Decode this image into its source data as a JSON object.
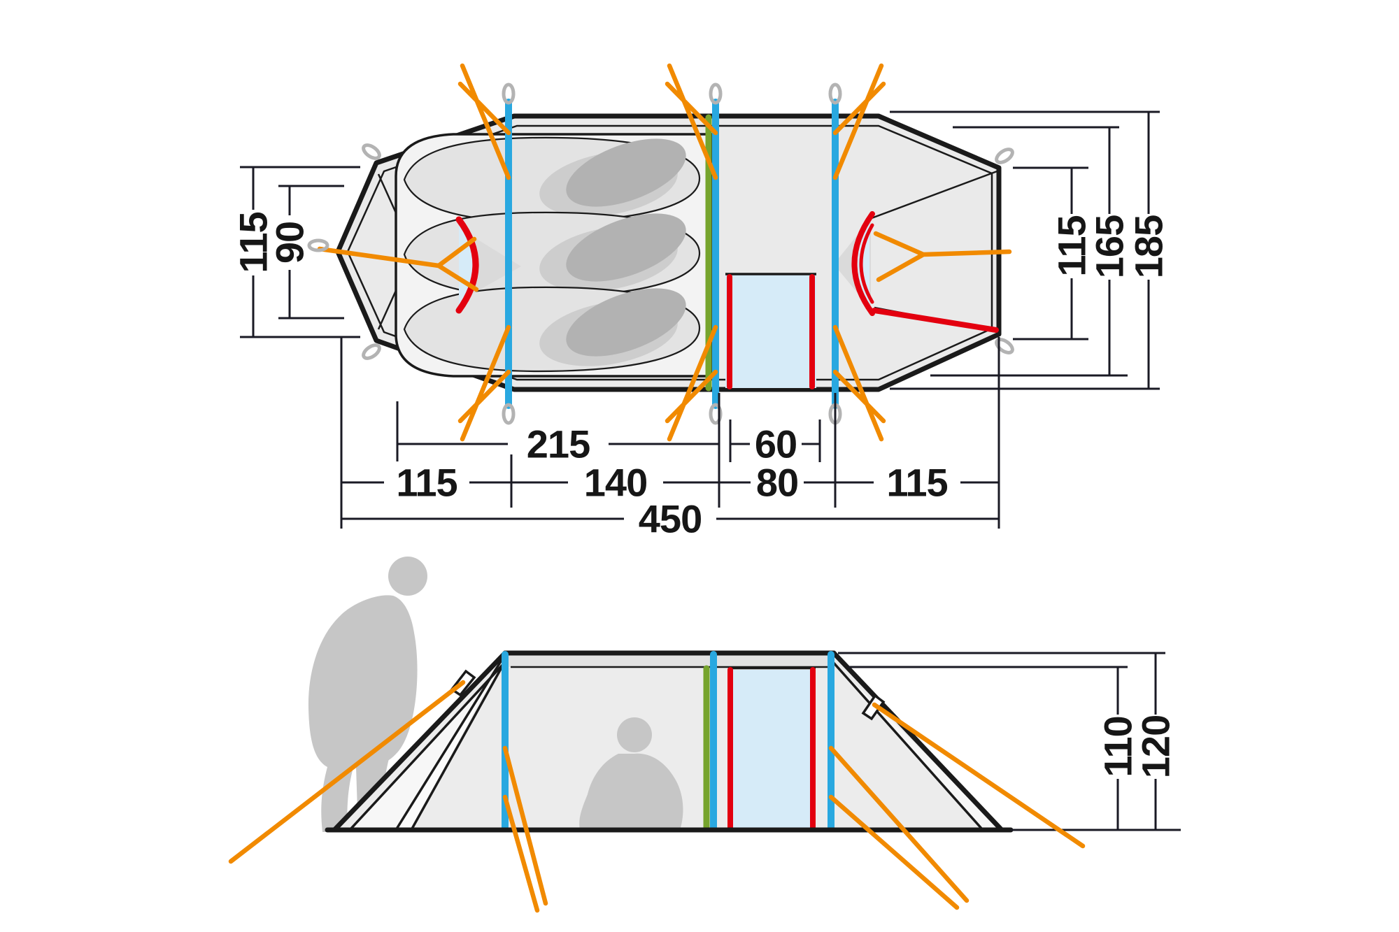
{
  "diagram": {
    "subject": "tent-floor-plan-and-side-elevation-with-dimensions",
    "views": {
      "top_view_name": "floor plan (top view)",
      "side_view_name": "side elevation"
    }
  },
  "colors": {
    "outline": "#1a1a1a",
    "dim": "#1a1a24",
    "fly": "#eaeaea",
    "inner": "#f3f3f3",
    "pole_blue": "#29a8e0",
    "pole_green": "#76a42d",
    "guy_orange": "#f18a00",
    "door_red": "#e3000f",
    "glass_blue": "#d6ebf8",
    "shade": "#dadada",
    "pad": "#e3e3e3",
    "pad_mid": "#cdcdcd",
    "pad_dark": "#b2b2b2",
    "silhouette": "#c6c6c6",
    "stake": "#b3b3b3",
    "band": "#e2e2e2"
  },
  "top_view": {
    "left": {
      "fly_width": "115",
      "inner_width": "90"
    },
    "right": {
      "end_width": "115",
      "inner_width": "165",
      "max_width": "185"
    },
    "lengths": {
      "bedroom": "215",
      "door": "60",
      "front_vestibule": "115",
      "bedroom_section": "140",
      "mid_section": "80",
      "rear_vestibule": "115",
      "total": "450"
    }
  },
  "side_view": {
    "heights": {
      "inner": "110",
      "outer": "120"
    }
  }
}
